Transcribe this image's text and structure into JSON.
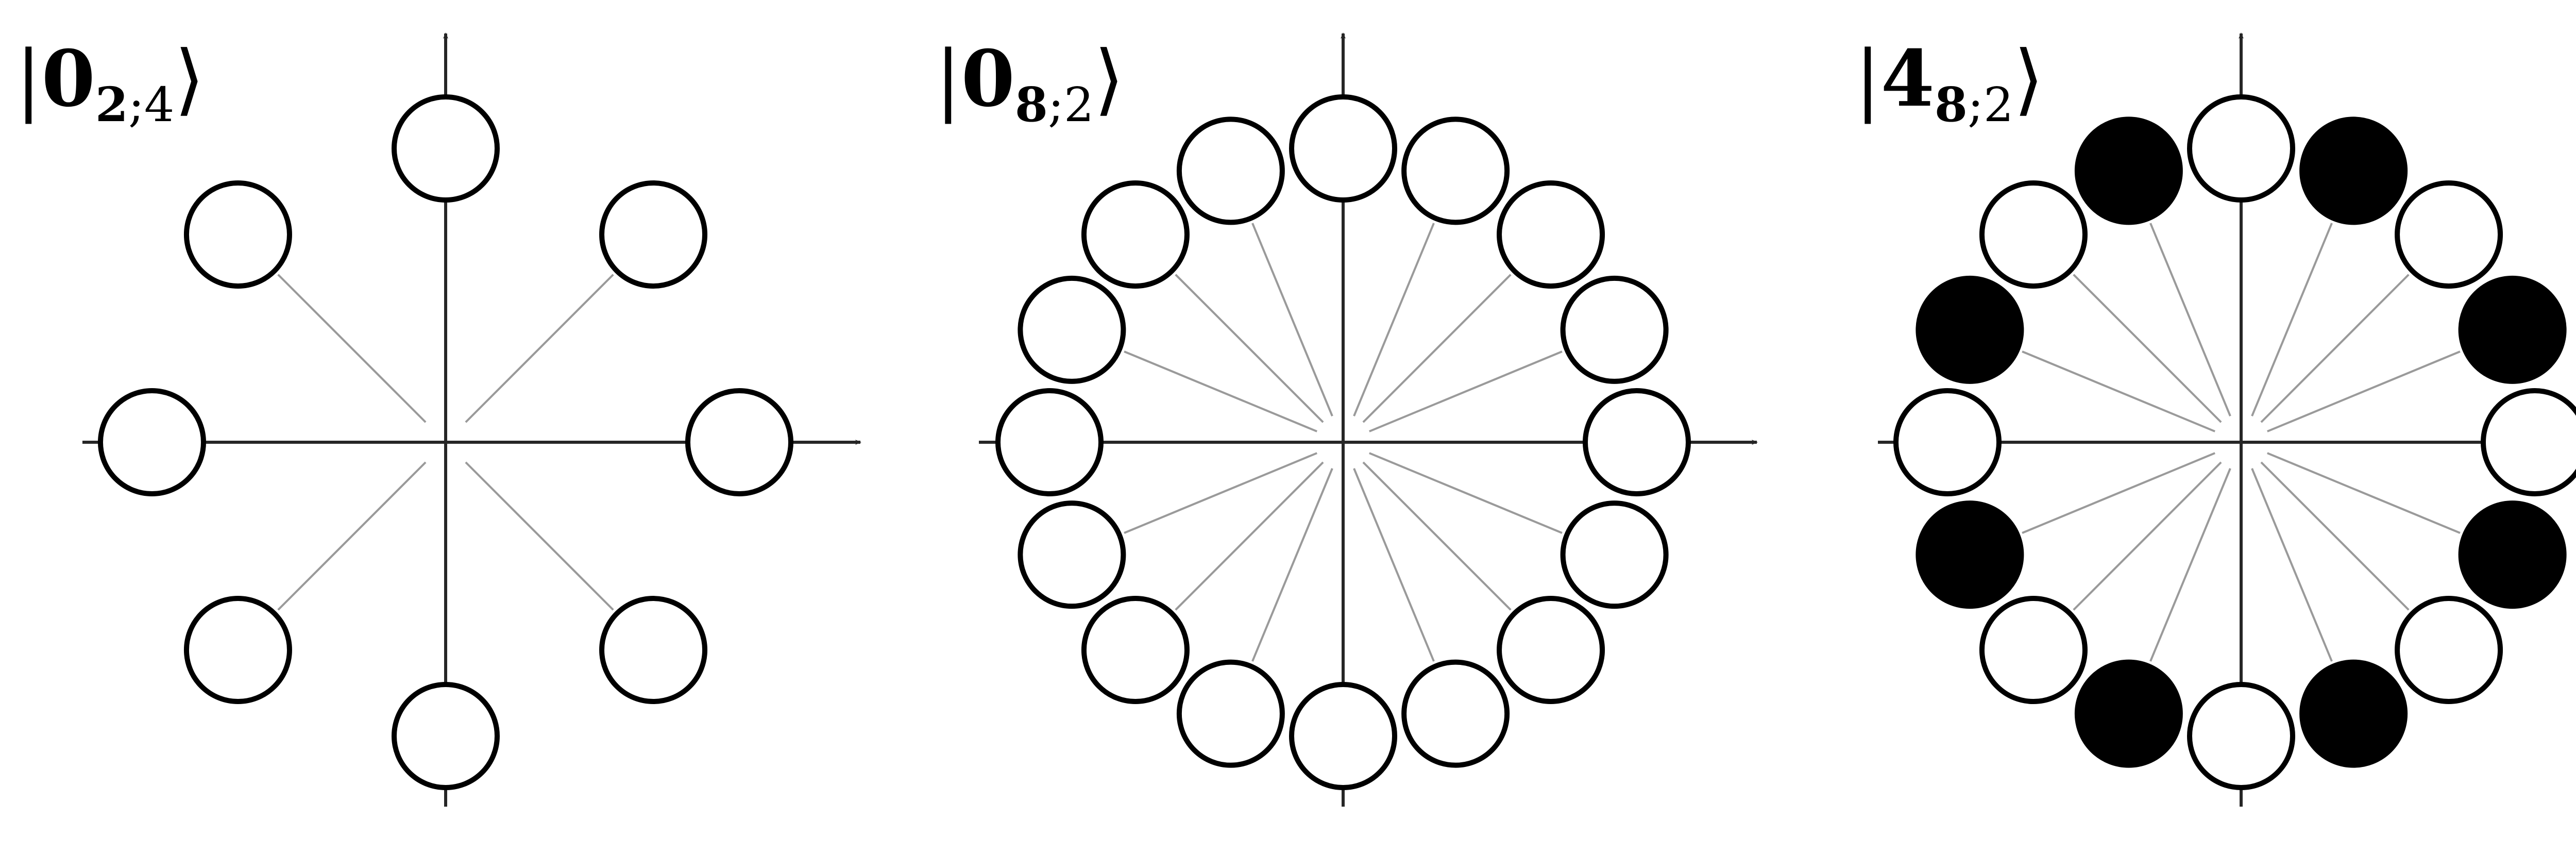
{
  "figure": {
    "colors": {
      "axis": "#262626",
      "spoke": "#9a9a9a",
      "circle_stroke": "#000000",
      "circle_empty_fill": "#ffffff",
      "circle_filled_fill": "#000000",
      "background": "#ffffff"
    },
    "panels": [
      {
        "id": "panel-0-2-4",
        "label": {
          "open": "|",
          "main": "0",
          "sub_bold": "2",
          "sub_rest": ";4",
          "close": "⟩"
        },
        "state_count": 8,
        "filled_indices": []
      },
      {
        "id": "panel-0-8-2",
        "label": {
          "open": "|",
          "main": "0",
          "sub_bold": "8",
          "sub_rest": ";2",
          "close": "⟩"
        },
        "state_count": 16,
        "filled_indices": []
      },
      {
        "id": "panel-4-8-2",
        "label": {
          "open": "|",
          "main": "4",
          "sub_bold": "8",
          "sub_rest": ";2",
          "close": "⟩"
        },
        "state_count": 16,
        "filled_indices": [
          1,
          3,
          5,
          7,
          9,
          11,
          13,
          15
        ]
      }
    ]
  }
}
